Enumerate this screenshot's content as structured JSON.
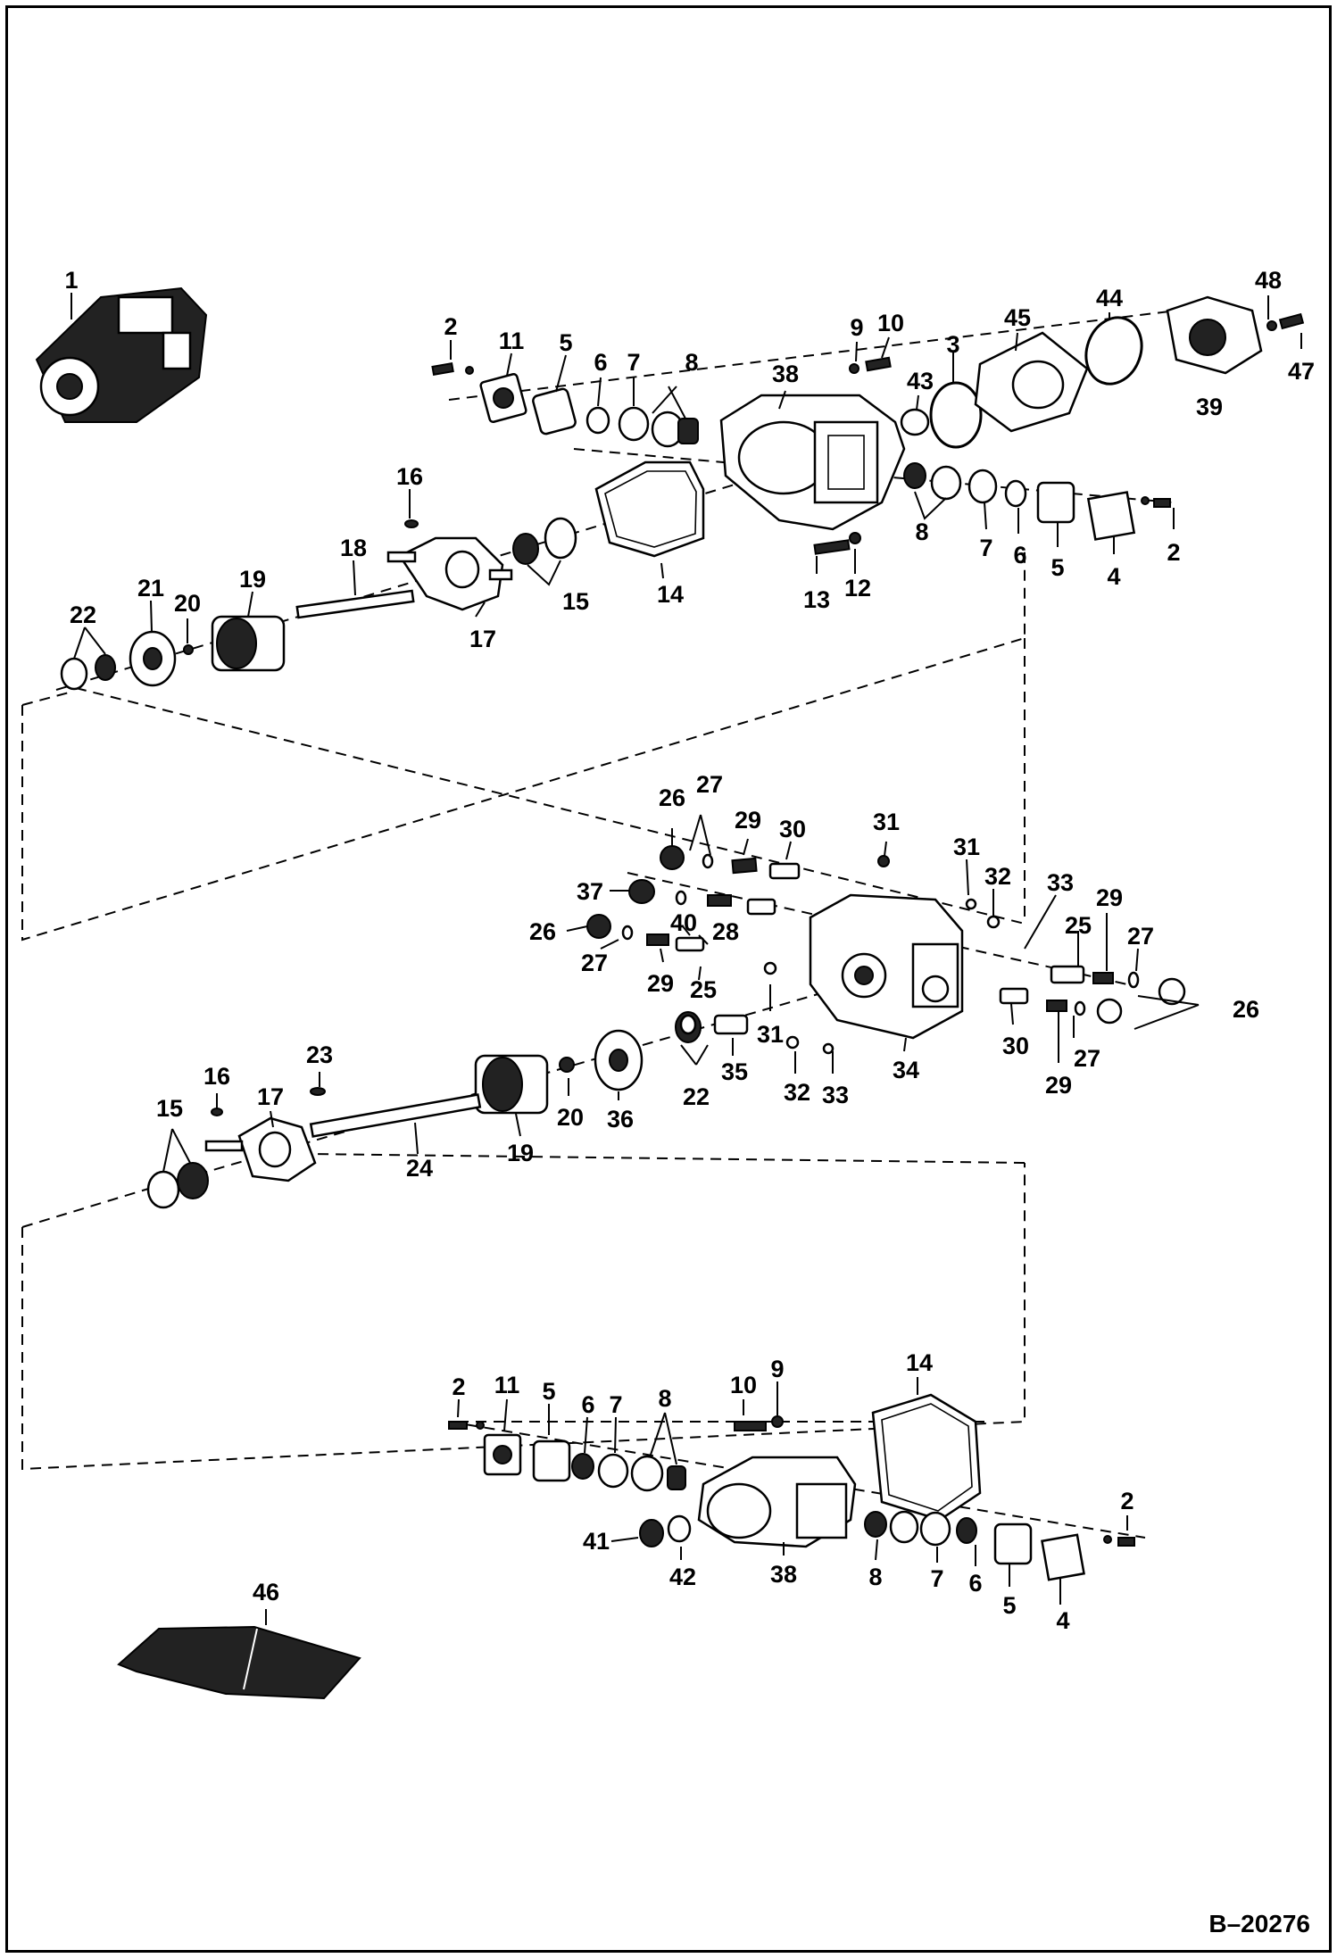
{
  "diagram": {
    "reference_code": "B–20276",
    "callouts": [
      {
        "id": "c1",
        "label": "1"
      },
      {
        "id": "c2a",
        "label": "2"
      },
      {
        "id": "c11a",
        "label": "11"
      },
      {
        "id": "c5a",
        "label": "5"
      },
      {
        "id": "c6a",
        "label": "6"
      },
      {
        "id": "c7a",
        "label": "7"
      },
      {
        "id": "c8a",
        "label": "8"
      },
      {
        "id": "c38a",
        "label": "38"
      },
      {
        "id": "c9a",
        "label": "9"
      },
      {
        "id": "c10a",
        "label": "10"
      },
      {
        "id": "c43",
        "label": "43"
      },
      {
        "id": "c3",
        "label": "3"
      },
      {
        "id": "c45",
        "label": "45"
      },
      {
        "id": "c44",
        "label": "44"
      },
      {
        "id": "c48",
        "label": "48"
      },
      {
        "id": "c39",
        "label": "39"
      },
      {
        "id": "c47",
        "label": "47"
      },
      {
        "id": "c16a",
        "label": "16"
      },
      {
        "id": "c18",
        "label": "18"
      },
      {
        "id": "c19a",
        "label": "19"
      },
      {
        "id": "c21",
        "label": "21"
      },
      {
        "id": "c20a",
        "label": "20"
      },
      {
        "id": "c22a",
        "label": "22"
      },
      {
        "id": "c17a",
        "label": "17"
      },
      {
        "id": "c15a",
        "label": "15"
      },
      {
        "id": "c14a",
        "label": "14"
      },
      {
        "id": "c13",
        "label": "13"
      },
      {
        "id": "c12",
        "label": "12"
      },
      {
        "id": "c8b",
        "label": "8"
      },
      {
        "id": "c7b",
        "label": "7"
      },
      {
        "id": "c6b",
        "label": "6"
      },
      {
        "id": "c5b",
        "label": "5"
      },
      {
        "id": "c4a",
        "label": "4"
      },
      {
        "id": "c2b",
        "label": "2"
      },
      {
        "id": "c26a",
        "label": "26"
      },
      {
        "id": "c27a",
        "label": "27"
      },
      {
        "id": "c29a",
        "label": "29"
      },
      {
        "id": "c30a",
        "label": "30"
      },
      {
        "id": "c31a",
        "label": "31"
      },
      {
        "id": "c31b",
        "label": "31"
      },
      {
        "id": "c32a",
        "label": "32"
      },
      {
        "id": "c33a",
        "label": "33"
      },
      {
        "id": "c37",
        "label": "37"
      },
      {
        "id": "c26b",
        "label": "26"
      },
      {
        "id": "c40",
        "label": "40"
      },
      {
        "id": "c28",
        "label": "28"
      },
      {
        "id": "c27b",
        "label": "27"
      },
      {
        "id": "c29b",
        "label": "29"
      },
      {
        "id": "c25a",
        "label": "25"
      },
      {
        "id": "c25b",
        "label": "25"
      },
      {
        "id": "c29c",
        "label": "29"
      },
      {
        "id": "c27c",
        "label": "27"
      },
      {
        "id": "c26c",
        "label": "26"
      },
      {
        "id": "c31c",
        "label": "31"
      },
      {
        "id": "c35",
        "label": "35"
      },
      {
        "id": "c22b",
        "label": "22"
      },
      {
        "id": "c32b",
        "label": "32"
      },
      {
        "id": "c33b",
        "label": "33"
      },
      {
        "id": "c34",
        "label": "34"
      },
      {
        "id": "c30b",
        "label": "30"
      },
      {
        "id": "c27d",
        "label": "27"
      },
      {
        "id": "c29d",
        "label": "29"
      },
      {
        "id": "c16b",
        "label": "16"
      },
      {
        "id": "c17b",
        "label": "17"
      },
      {
        "id": "c23",
        "label": "23"
      },
      {
        "id": "c15b",
        "label": "15"
      },
      {
        "id": "c24",
        "label": "24"
      },
      {
        "id": "c19b",
        "label": "19"
      },
      {
        "id": "c20b",
        "label": "20"
      },
      {
        "id": "c36",
        "label": "36"
      },
      {
        "id": "c2c",
        "label": "2"
      },
      {
        "id": "c11b",
        "label": "11"
      },
      {
        "id": "c5c",
        "label": "5"
      },
      {
        "id": "c6c",
        "label": "6"
      },
      {
        "id": "c7c",
        "label": "7"
      },
      {
        "id": "c8c",
        "label": "8"
      },
      {
        "id": "c10b",
        "label": "10"
      },
      {
        "id": "c9b",
        "label": "9"
      },
      {
        "id": "c14b",
        "label": "14"
      },
      {
        "id": "c41",
        "label": "41"
      },
      {
        "id": "c42",
        "label": "42"
      },
      {
        "id": "c38b",
        "label": "38"
      },
      {
        "id": "c8d",
        "label": "8"
      },
      {
        "id": "c7d",
        "label": "7"
      },
      {
        "id": "c6d",
        "label": "6"
      },
      {
        "id": "c5d",
        "label": "5"
      },
      {
        "id": "c4b",
        "label": "4"
      },
      {
        "id": "c2d",
        "label": "2"
      },
      {
        "id": "c46",
        "label": "46"
      }
    ]
  }
}
